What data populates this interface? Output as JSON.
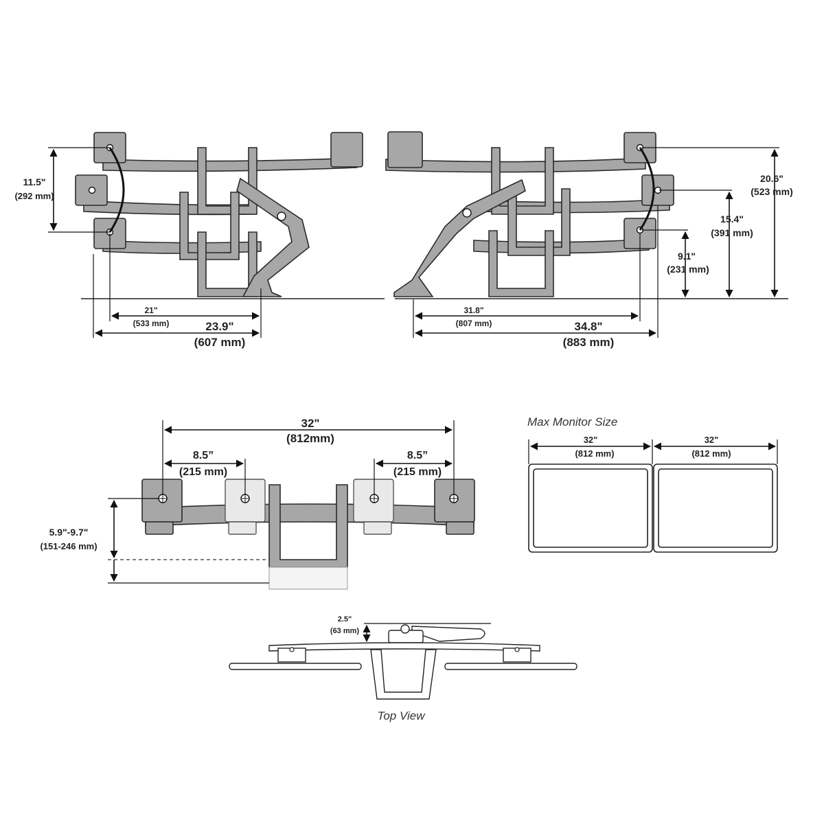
{
  "side_view": {
    "left_arc_height": {
      "inch": "11.5\"",
      "mm": "(292 mm)"
    },
    "left_reach_arm": {
      "inch": "21\"",
      "mm": "(533 mm)"
    },
    "left_reach_total": {
      "inch": "23.9\"",
      "mm": "(607 mm)"
    },
    "right_reach_arm": {
      "inch": "31.8\"",
      "mm": "(807 mm)"
    },
    "right_reach_total": {
      "inch": "34.8\"",
      "mm": "(883 mm)"
    },
    "height_max": {
      "inch": "20.6\"",
      "mm": "(523 mm)"
    },
    "height_mid": {
      "inch": "15.4\"",
      "mm": "(391 mm)"
    },
    "height_min": {
      "inch": "9.1\"",
      "mm": "(231 mm)"
    }
  },
  "front_view": {
    "span": {
      "inch": "32\"",
      "mm": "(812mm)"
    },
    "left_offset": {
      "inch": "8.5”",
      "mm": "(215 mm)"
    },
    "right_offset": {
      "inch": "8.5”",
      "mm": "(215 mm)"
    },
    "clamp_range": {
      "inch": "5.9\"-9.7\"",
      "mm": "(151-246 mm)"
    }
  },
  "max_monitor": {
    "title": "Max Monitor Size",
    "left": {
      "inch": "32\"",
      "mm": "(812 mm)"
    },
    "right": {
      "inch": "32\"",
      "mm": "(812 mm)"
    }
  },
  "top_view": {
    "title": "Top View",
    "depth": {
      "inch": "2.5\"",
      "mm": "(63 mm)"
    }
  }
}
